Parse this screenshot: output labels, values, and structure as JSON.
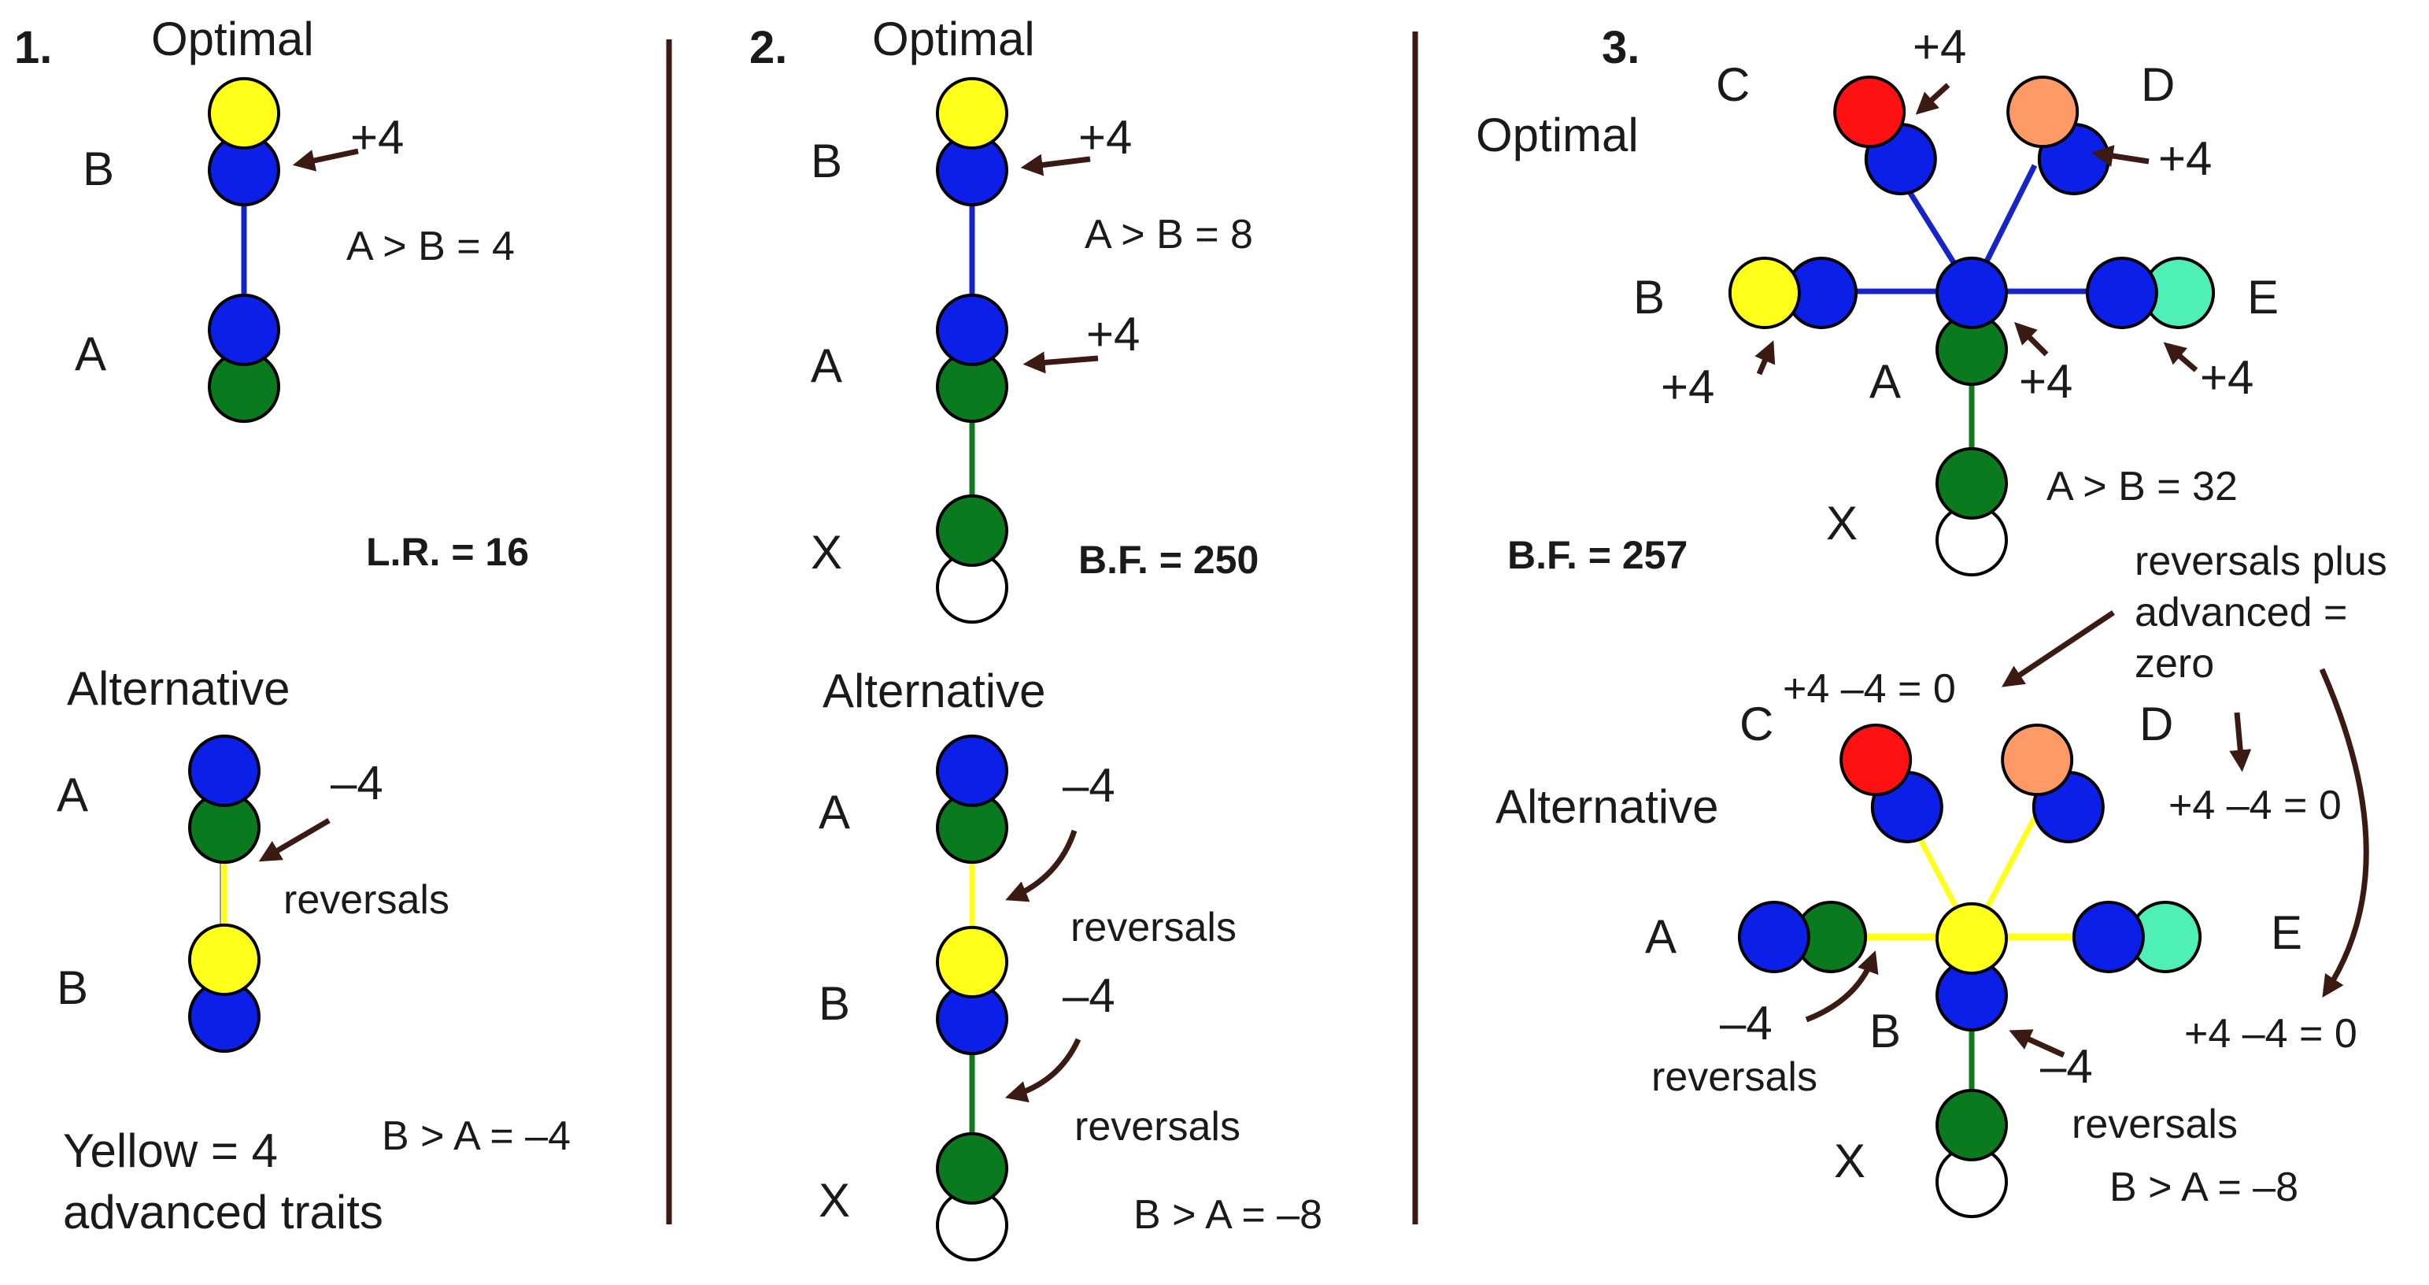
{
  "colors": {
    "yellow": "#ffff1a",
    "blue": "#0b1fe8",
    "green": "#0a7a1e",
    "white": "#ffffff",
    "red": "#ff1111",
    "orange": "#ff9966",
    "aqua": "#4ff0b8",
    "edge_blue": "#1524c8",
    "edge_green": "#127a1e",
    "edge_yellow": "#ffff1a",
    "arrow": "#3a1a12"
  },
  "panel1": {
    "number": "1.",
    "optimal_title": "Optimal",
    "label_B": "B",
    "label_A": "A",
    "gain": "+4",
    "compare": "A > B = 4",
    "stat": "L.R. = 16",
    "alternative_title": "Alternative",
    "alt_label_A": "A",
    "alt_label_B": "B",
    "alt_loss": "–4",
    "reversals": "reversals",
    "legend_line1": "Yellow = 4",
    "legend_line2": "advanced traits",
    "alt_compare": "B > A = –4"
  },
  "panel2": {
    "number": "2.",
    "optimal_title": "Optimal",
    "label_B": "B",
    "label_A": "A",
    "label_X": "X",
    "gain_B": "+4",
    "gain_A": "+4",
    "compare": "A > B = 8",
    "stat": "B.F. = 250",
    "alternative_title": "Alternative",
    "alt_label_A": "A",
    "alt_label_B": "B",
    "alt_label_X": "X",
    "alt_loss_1": "–4",
    "reversals_1": "reversals",
    "alt_loss_2": "–4",
    "reversals_2": "reversals",
    "alt_compare": "B > A = –8"
  },
  "panel3": {
    "number": "3.",
    "optimal_title": "Optimal",
    "label_C": "C",
    "label_D": "D",
    "label_B": "B",
    "label_E": "E",
    "label_A": "A",
    "label_X": "X",
    "gain_C": "+4",
    "gain_D": "+4",
    "gain_B": "+4",
    "gain_A": "+4",
    "gain_E": "+4",
    "compare": "A > B = 32",
    "stat": "B.F. = 257",
    "note_line1": "reversals plus",
    "note_line2": "advanced =",
    "note_line3": "zero",
    "alternative_title": "Alternative",
    "alt_label_C": "C",
    "alt_label_D": "D",
    "alt_label_A": "A",
    "alt_label_E": "E",
    "alt_label_B": "B",
    "alt_label_X": "X",
    "alt_sum_C": "+4 –4 = 0",
    "alt_sum_D": "+4 –4 = 0",
    "alt_sum_E": "+4 –4 = 0",
    "alt_loss_A": "–4",
    "alt_reversals_A": "reversals",
    "alt_loss_B": "–4",
    "alt_reversals_B": "reversals",
    "alt_compare": "B > A = –8"
  }
}
